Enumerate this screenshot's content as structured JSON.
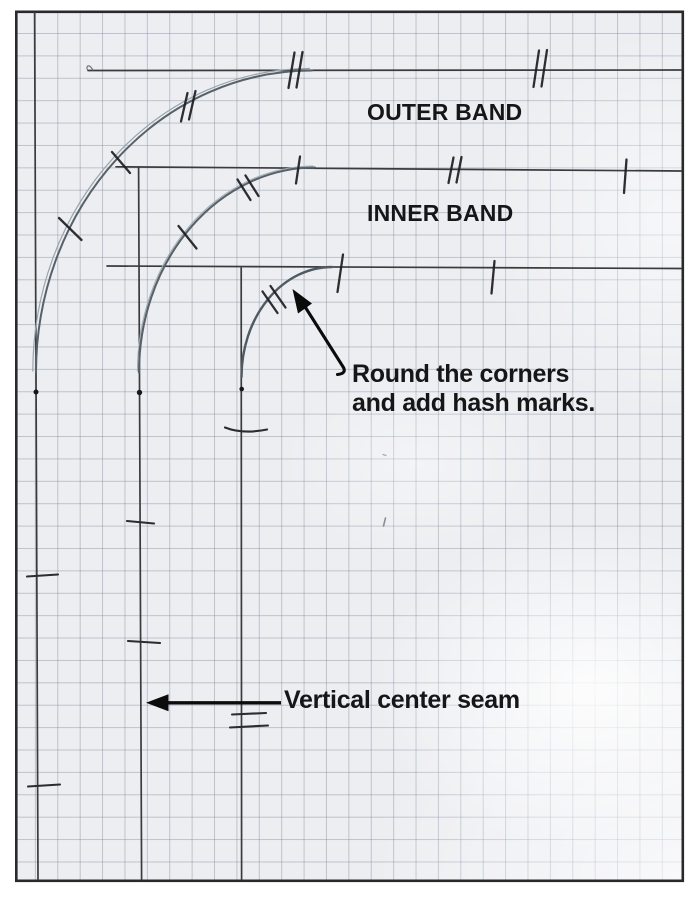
{
  "diagram": {
    "kind": "sewing-pattern-drafting-diagram",
    "labels": {
      "outer_band": "OUTER BAND",
      "inner_band": "INNER BAND",
      "note": {
        "line1": "Round the corners",
        "line2": "and add hash marks."
      },
      "seam": "Vertical center seam"
    },
    "icons": {
      "note_arrow": "arrow-up-left-icon",
      "seam_arrow": "arrow-left-icon"
    },
    "colors": {
      "paper": "#edeef1",
      "grid_line": "#768098",
      "frame": "#29292b",
      "ink_line": "#3a3b3f",
      "pencil_curve": "#57616a",
      "pencil_curve_light": "#9aa4ac",
      "hash_mark": "#1f1f24",
      "arrow_and_text": "#0b0b0c"
    }
  }
}
